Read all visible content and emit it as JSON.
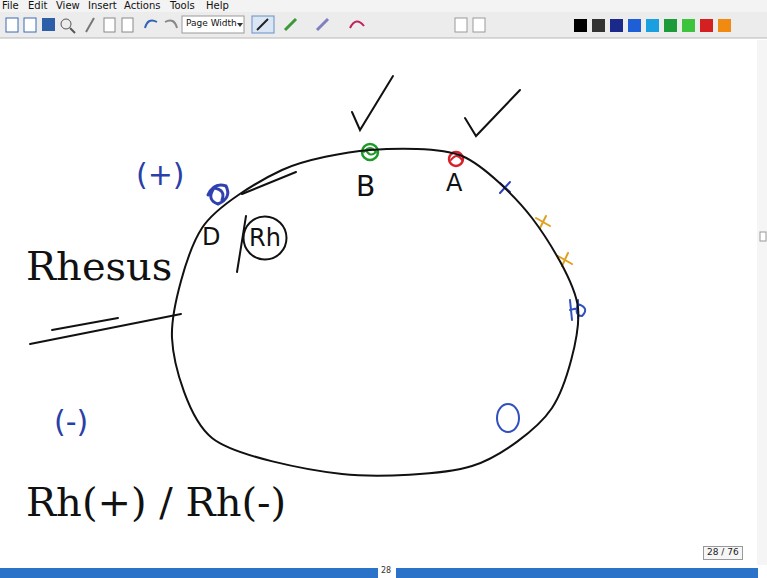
{
  "diagram": {
    "nodes": [
      {
        "text": [
          "B",
          "A",
          "D"
        ]
      },
      {
        "text": [
          "Rh"
        ],
        "in": 0
      }
    ],
    "labels": [
      "File",
      "Edit",
      "View",
      "Insert",
      "Actions",
      "Tools",
      "Help",
      "Page Width",
      "Rhesus",
      "(+)",
      "(-)",
      "Rh(+) / Rh(-)",
      "28 / 76",
      "28"
    ]
  }
}
